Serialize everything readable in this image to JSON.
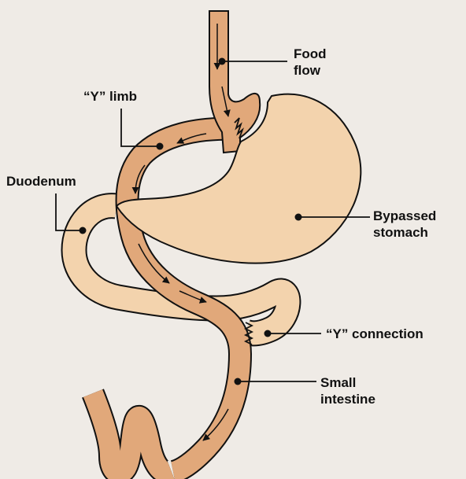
{
  "labels": {
    "food_flow": [
      "Food",
      "flow"
    ],
    "y_limb": "“Y” limb",
    "duodenum": "Duodenum",
    "bypassed_stomach": [
      "Bypassed",
      "stomach"
    ],
    "y_connection": "“Y” connection",
    "small_intestine": [
      "Small",
      "intestine"
    ]
  },
  "colors": {
    "background": "#efebe6",
    "stomach_fill": "#f3d3ad",
    "intestine_fill": "#e1a87a",
    "outline": "#111111"
  }
}
